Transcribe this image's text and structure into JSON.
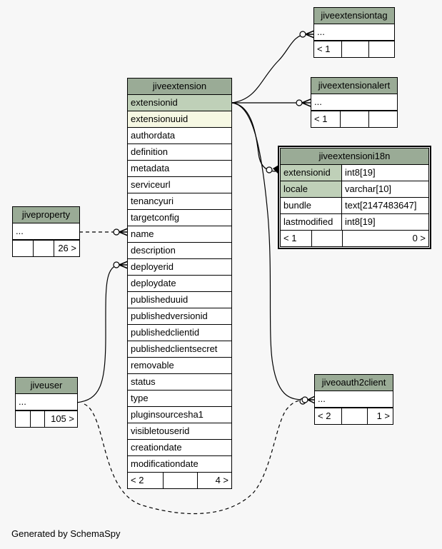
{
  "tables": {
    "jiveextension": {
      "title": "jiveextension",
      "columns": [
        "extensionid",
        "extensionuuid",
        "authordata",
        "definition",
        "metadata",
        "serviceurl",
        "tenancyuri",
        "targetconfig",
        "name",
        "description",
        "deployerid",
        "deploydate",
        "publisheduuid",
        "publishedversionid",
        "publishedclientid",
        "publishedclientsecret",
        "removable",
        "status",
        "type",
        "pluginsourcesha1",
        "visibletouserid",
        "creationdate",
        "modificationdate"
      ],
      "footer": [
        "< 2",
        "",
        "4 >"
      ]
    },
    "jiveextensiontag": {
      "title": "jiveextensiontag",
      "rows": [
        "..."
      ],
      "footer": [
        "< 1",
        "",
        ""
      ]
    },
    "jiveextensionalert": {
      "title": "jiveextensionalert",
      "rows": [
        "..."
      ],
      "footer": [
        "< 1",
        "",
        ""
      ]
    },
    "jiveextensioni18n": {
      "title": "jiveextensioni18n",
      "columns": [
        {
          "name": "extensionid",
          "type": "int8[19]"
        },
        {
          "name": "locale",
          "type": "varchar[10]"
        },
        {
          "name": "bundle",
          "type": "text[2147483647]"
        },
        {
          "name": "lastmodified",
          "type": "int8[19]"
        }
      ],
      "footer": [
        "< 1",
        "",
        "0 >"
      ]
    },
    "jiveproperty": {
      "title": "jiveproperty",
      "rows": [
        "..."
      ],
      "footer": [
        "",
        "",
        "26 >"
      ]
    },
    "jiveuser": {
      "title": "jiveuser",
      "rows": [
        "..."
      ],
      "footer": [
        "",
        "",
        "105 >"
      ]
    },
    "jiveoauth2client": {
      "title": "jiveoauth2client",
      "rows": [
        "..."
      ],
      "footer": [
        "< 2",
        "",
        "1 >"
      ]
    }
  },
  "caption": "Generated by SchemaSpy"
}
